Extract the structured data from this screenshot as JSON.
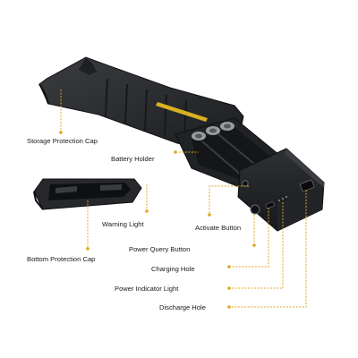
{
  "colors": {
    "background": "#ffffff",
    "product_body": "#2a2c2f",
    "product_shadow": "#141518",
    "leader_line": "#e0a51c",
    "leader_dot": "#e0a51c",
    "label_text": "#1a1a1a"
  },
  "labels": {
    "storage_protection_cap": "Storage Protection Cap",
    "battery_holder": "Battery Holder",
    "warning_light": "Warning Light",
    "activate_button": "Activate Button",
    "bottom_protection_cap": "Bottom Protection Cap",
    "power_query_button": "Power Query Button",
    "charging_hole": "Charging Hole",
    "power_indicator_light": "Power Indicator Light",
    "discharge_hole": "Discharge Hole"
  }
}
